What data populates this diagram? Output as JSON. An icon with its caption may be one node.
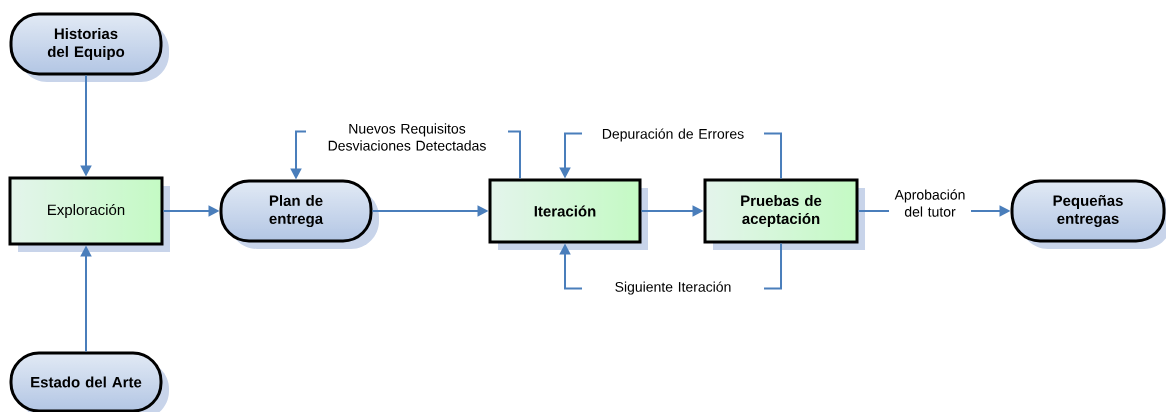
{
  "diagram": {
    "nodes": [
      {
        "text": [
          "Historias del Equipo"
        ]
      },
      {
        "text": [
          "Exploración"
        ]
      },
      {
        "text": [
          "Estado del Arte"
        ]
      },
      {
        "text": [
          "Plan de entrega"
        ]
      },
      {
        "text": [
          "Iteración"
        ]
      },
      {
        "text": [
          "Pruebas de aceptación"
        ]
      },
      {
        "text": [
          "Pequeñas entregas"
        ]
      }
    ],
    "edges": [
      {
        "from": 0,
        "to": 1,
        "arrow": "to"
      },
      {
        "from": 2,
        "to": 1,
        "arrow": "to"
      },
      {
        "from": 1,
        "to": 3,
        "arrow": "to"
      },
      {
        "from": 3,
        "to": 4,
        "arrow": "to"
      },
      {
        "from": 4,
        "to": 5,
        "arrow": "to"
      },
      {
        "from": 5,
        "to": 6,
        "arrow": "to",
        "label": "Aprobación del tutor"
      },
      {
        "from": 4,
        "to": 3,
        "arrow": "to",
        "label": "Nuevos Requisitos Desviaciones Detectadas"
      },
      {
        "from": 5,
        "to": 4,
        "arrow": "to",
        "label": "Depuración de Errores"
      },
      {
        "from": 5,
        "to": 4,
        "arrow": "to",
        "label": "Siguiente Iteración"
      }
    ]
  }
}
